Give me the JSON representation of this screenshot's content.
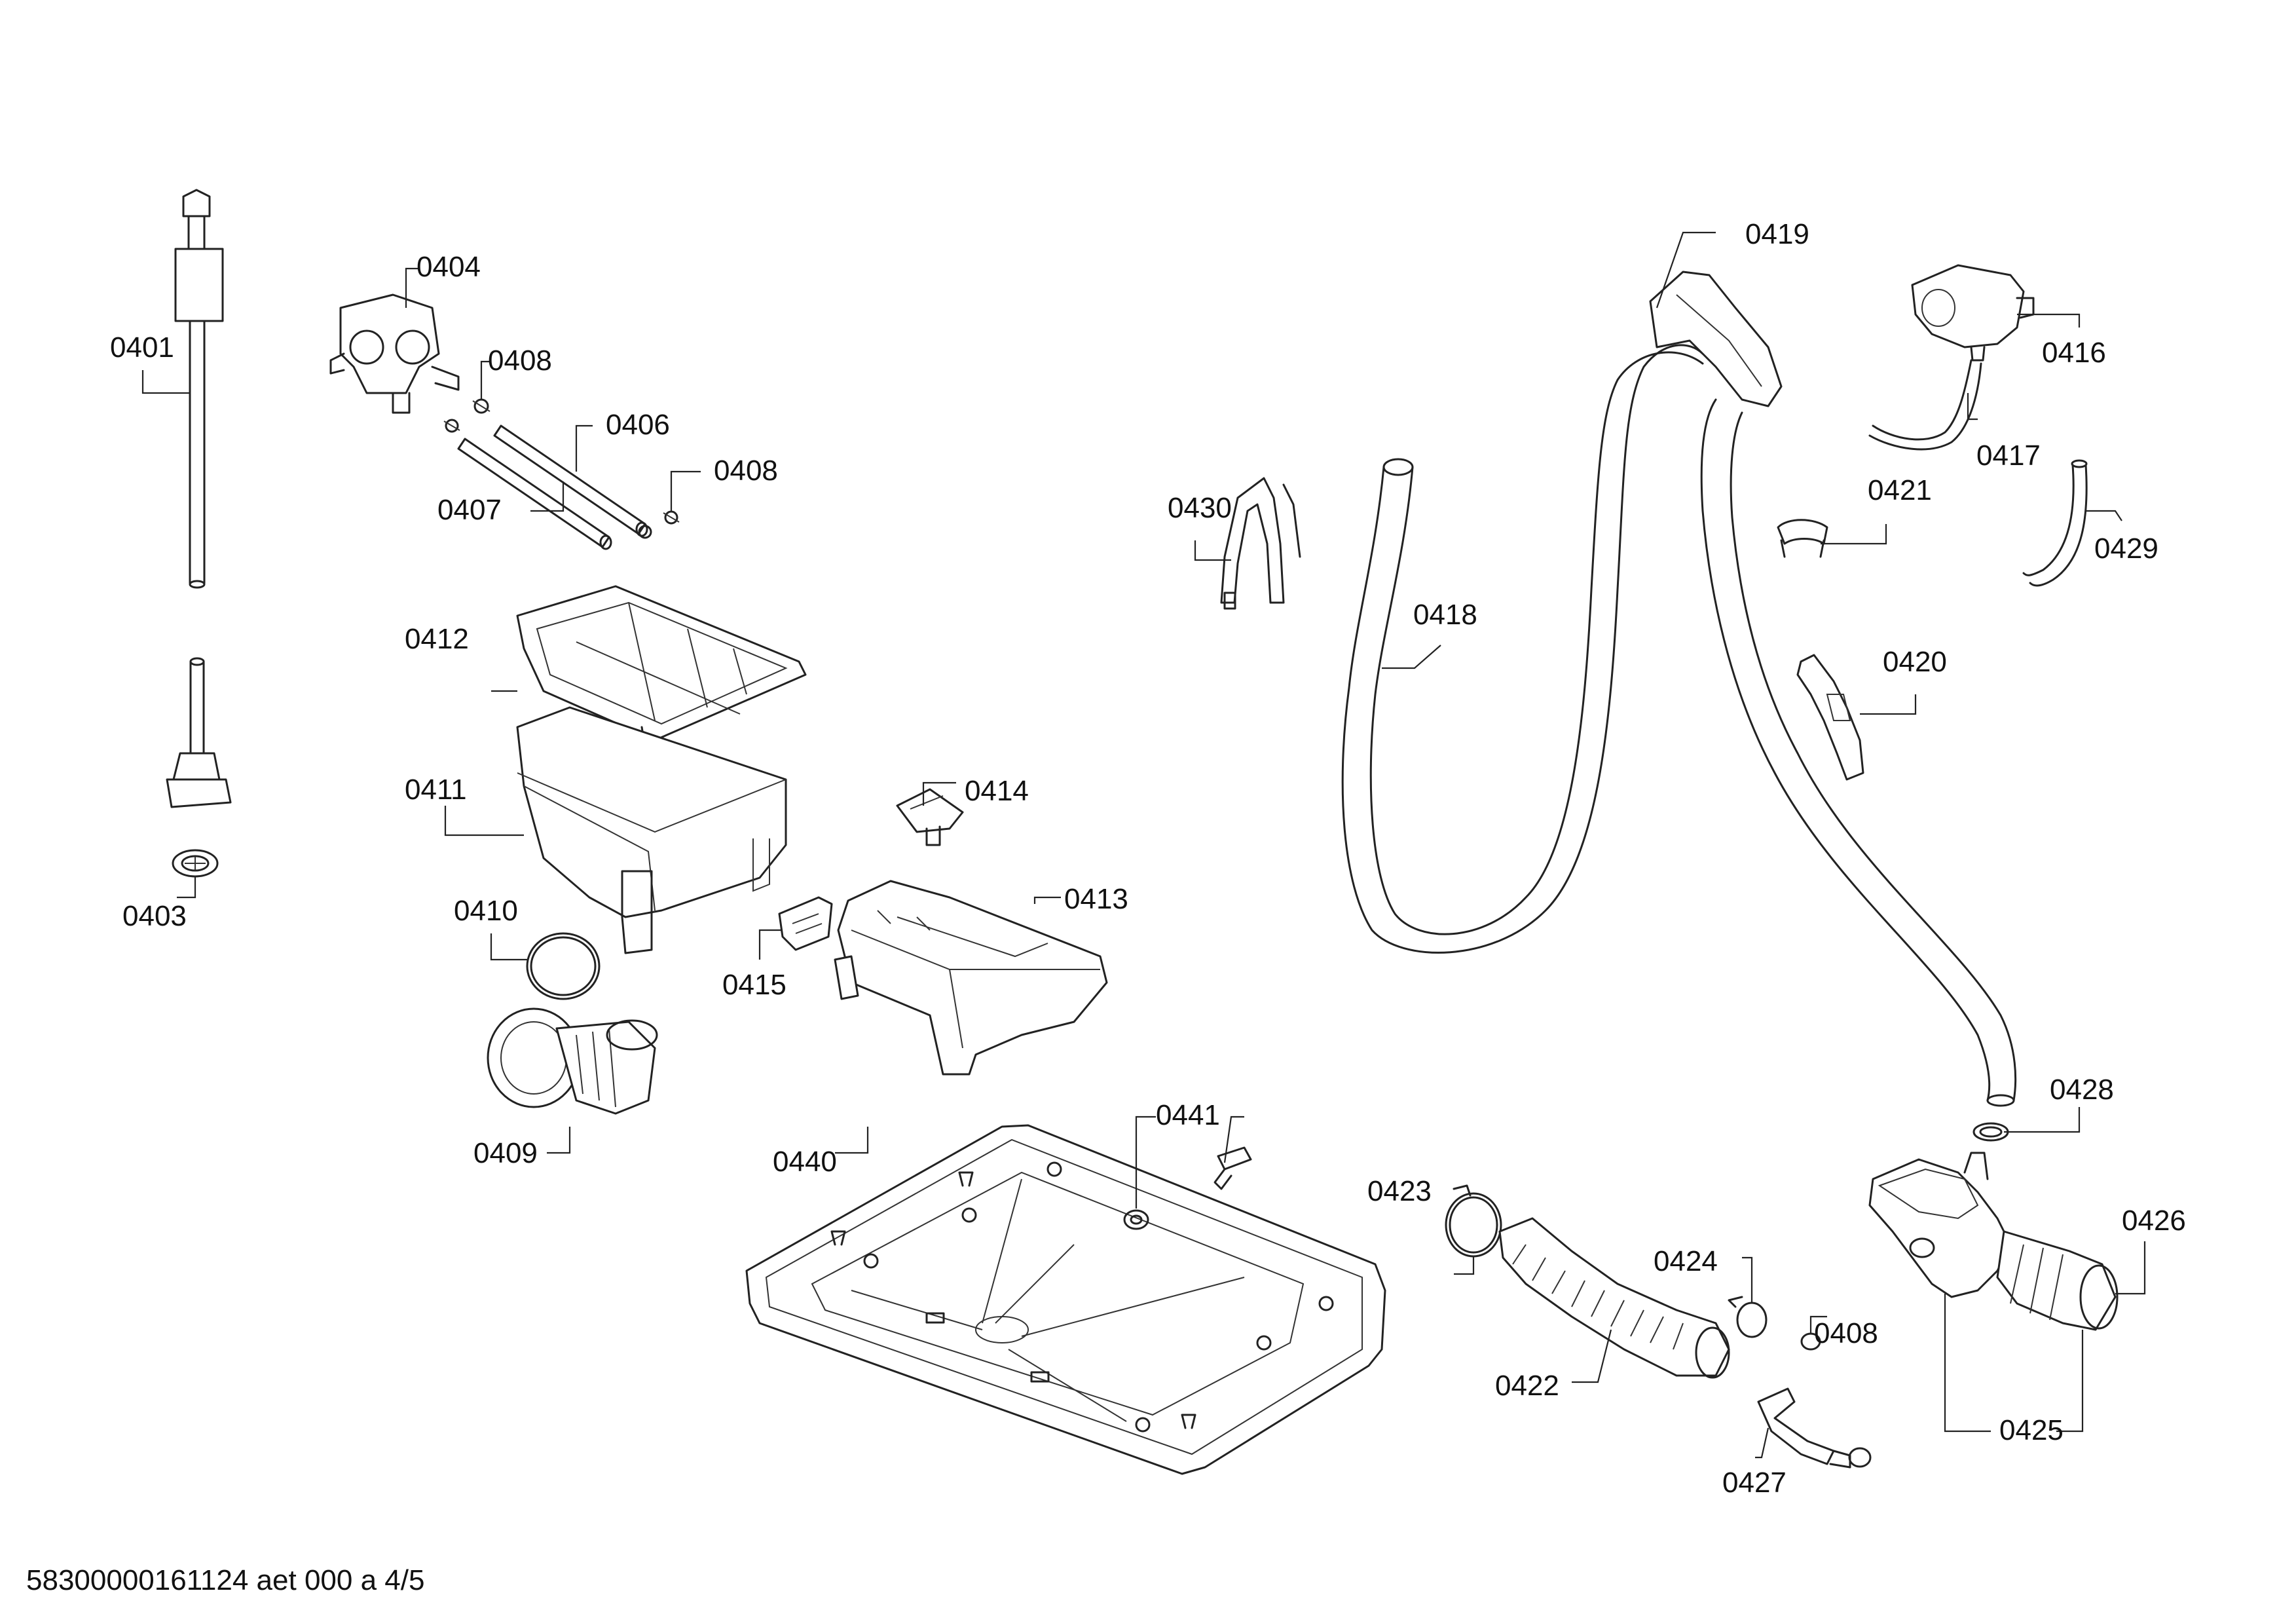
{
  "diagram": {
    "labels": {
      "l0401": "0401",
      "l0403": "0403",
      "l0404": "0404",
      "l0406": "0406",
      "l0407": "0407",
      "l0408a": "0408",
      "l0408b": "0408",
      "l0408c": "0408",
      "l0409": "0409",
      "l0410": "0410",
      "l0411": "0411",
      "l0412": "0412",
      "l0413": "0413",
      "l0414": "0414",
      "l0415": "0415",
      "l0416": "0416",
      "l0417": "0417",
      "l0418": "0418",
      "l0419": "0419",
      "l0420": "0420",
      "l0421": "0421",
      "l0422": "0422",
      "l0423": "0423",
      "l0424": "0424",
      "l0425": "0425",
      "l0426": "0426",
      "l0427": "0427",
      "l0428": "0428",
      "l0429": "0429",
      "l0430": "0430",
      "l0440": "0440",
      "l0441": "0441"
    },
    "footer": "58300000161124 aet 000 a 4/5"
  }
}
